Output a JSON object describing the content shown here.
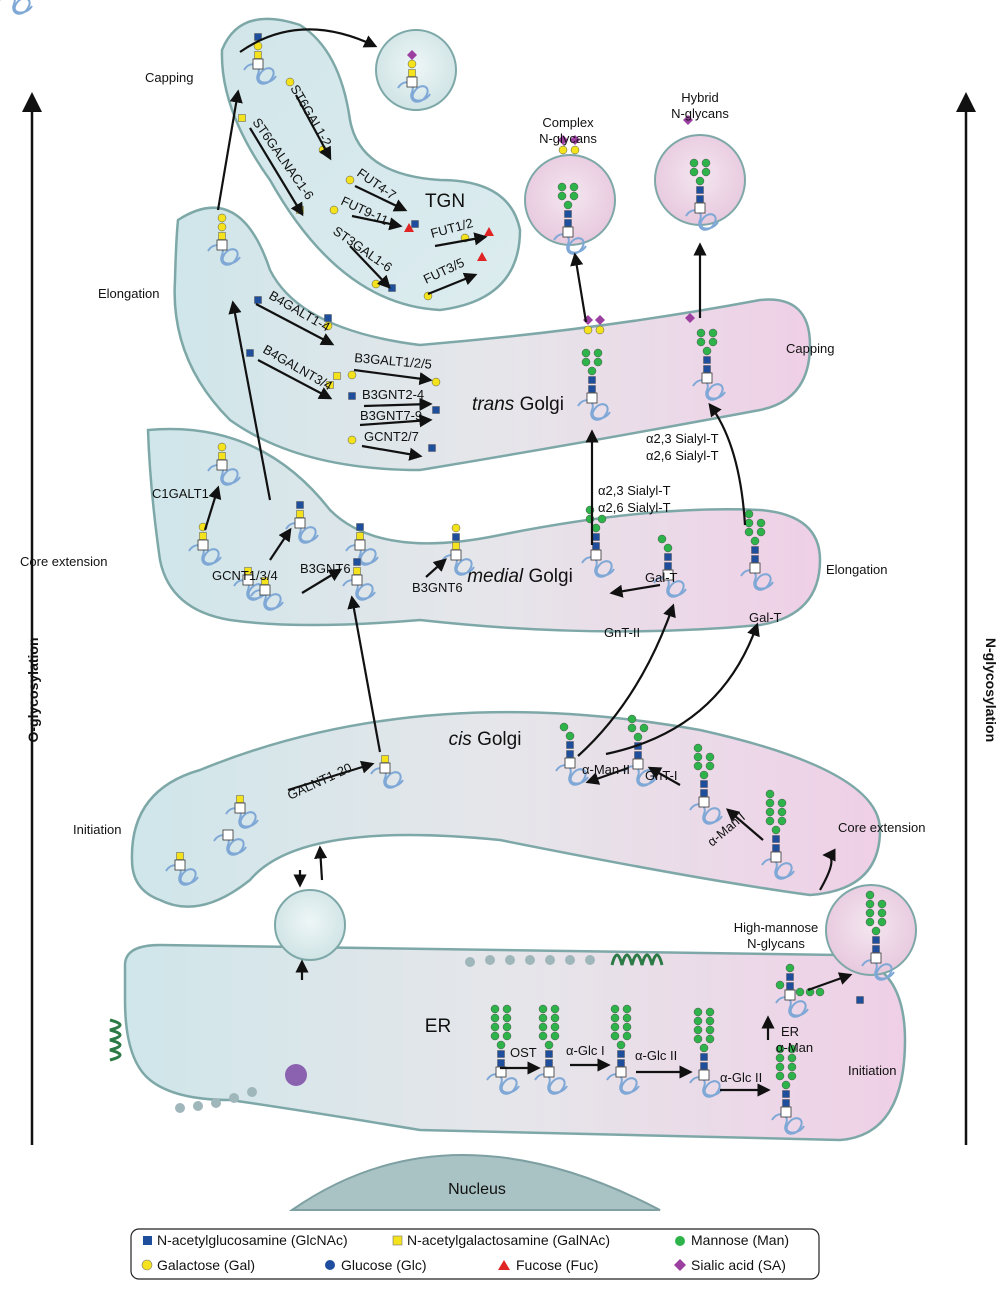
{
  "axis": {
    "left": "O-glycosylation",
    "right": "N-glycosylation"
  },
  "organelles": {
    "tgn": "TGN",
    "trans_italic": "trans",
    "trans_rest": " Golgi",
    "medial_italic": "medial",
    "medial_rest": " Golgi",
    "cis_italic": "cis",
    "cis_rest": " Golgi",
    "er": "ER",
    "nucleus": "Nucleus"
  },
  "stages_left": {
    "capping": "Capping",
    "elongation": "Elongation",
    "core_extension": "Core extension",
    "initiation": "Initiation"
  },
  "stages_right": {
    "capping": "Capping",
    "elongation": "Elongation",
    "core_extension": "Core extension",
    "initiation": "Initiation"
  },
  "glycan_types": {
    "complex_1": "Complex",
    "complex_2": "N-glycans",
    "hybrid_1": "Hybrid",
    "hybrid_2": "N-glycans",
    "highman_1": "High-mannose",
    "highman_2": "N-glycans"
  },
  "enzymes": {
    "st6gal": "ST6GAL1-2",
    "st6galnac": "ST6GALNAC1-6",
    "fut47": "FUT4-7",
    "fut911": "FUT9-11",
    "st3gal": "ST3GAL1-6",
    "fut12": "FUT1/2",
    "fut35": "FUT3/5",
    "b4galt": "B4GALT1-4",
    "b4galnt": "B4GALNT3/4",
    "b3galt": "B3GALT1/2/5",
    "b3gnt24": "B3GNT2-4",
    "b3gnt79": "B3GNT7-9",
    "gcnt27": "GCNT2/7",
    "c1galt1": "C1GALT1",
    "gcnt134": "GCNT1/3/4",
    "b3gnt6a": "B3GNT6",
    "b3gnt6b": "B3GNT6",
    "galnt": "GALNT1-20",
    "sialyl_med_1": "α2,3 Sialyl-T",
    "sialyl_med_2": "α2,6 Sialyl-T",
    "sialyl_trans_1": "α2,3 Sialyl-T",
    "sialyl_trans_2": "α2,6 Sialyl-T",
    "galt_a": "Gal-T",
    "galt_b": "Gal-T",
    "gnt2": "GnT-II",
    "gnt1": "GnT-I",
    "aman2": "α-Man II",
    "aman1": "α-Man I",
    "ost": "OST",
    "aglc1": "α-Glc I",
    "aglc2a": "α-Glc II",
    "aglc2b": "α-Glc II",
    "er_label": "ER",
    "er_aman": "α-Man"
  },
  "legend": {
    "glcnac": "N-acetylglucosamine (GlcNAc)",
    "galnac": "N-acetylgalactosamine (GalNAc)",
    "man": "Mannose (Man)",
    "gal": "Galactose (Gal)",
    "glc": "Glucose (Glc)",
    "fuc": "Fucose (Fuc)",
    "sa": "Sialic acid (SA)"
  },
  "colors": {
    "glcnac": "#1f4e9c",
    "galnac": "#f4e31c",
    "man": "#2db34a",
    "gal": "#f4e31c",
    "glc": "#1f4ea0",
    "fuc": "#e02424",
    "sa": "#9b3fa0",
    "organelle_left": "#d3e8ec",
    "organelle_right": "#ecd3e6",
    "organelle_stroke": "#7ea8a8"
  }
}
